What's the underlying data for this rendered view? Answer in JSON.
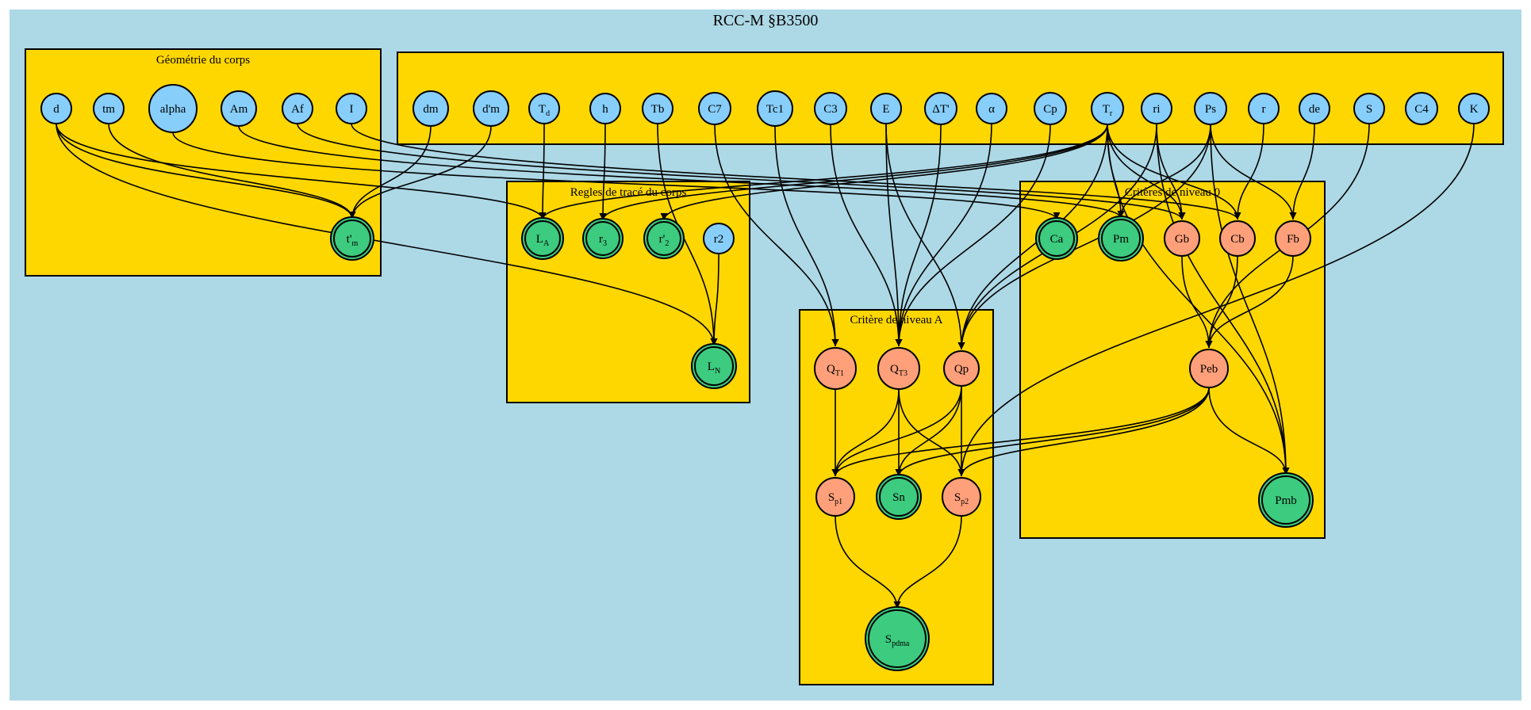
{
  "title": "RCC-M §B3500",
  "colors": {
    "background": "#ADD8E6",
    "cluster": "#FFD700",
    "input": "#87CEFA",
    "intermediate": "#FFA07A",
    "output": "#3CCB7F"
  },
  "clusters": [
    {
      "id": "geom",
      "label": "Géométrie du corps"
    },
    {
      "id": "inputs",
      "label": ""
    },
    {
      "id": "regles",
      "label": "Regles de tracé du corps"
    },
    {
      "id": "niv0",
      "label": "Critères de niveau 0"
    },
    {
      "id": "nivA",
      "label": "Critère de niveau A"
    }
  ],
  "nodes": [
    {
      "id": "d",
      "label": "d",
      "kind": "input"
    },
    {
      "id": "tm",
      "label": "tm",
      "kind": "input"
    },
    {
      "id": "alpha",
      "label": "alpha",
      "kind": "input"
    },
    {
      "id": "Am",
      "label": "Am",
      "kind": "input"
    },
    {
      "id": "Af",
      "label": "Af",
      "kind": "input"
    },
    {
      "id": "I",
      "label": "I",
      "kind": "input"
    },
    {
      "id": "dm",
      "label": "dm",
      "kind": "input"
    },
    {
      "id": "dpm",
      "label": "d'm",
      "kind": "input"
    },
    {
      "id": "Td",
      "label": "T",
      "sub": "d",
      "kind": "input"
    },
    {
      "id": "h",
      "label": "h",
      "kind": "input"
    },
    {
      "id": "Tb",
      "label": "Tb",
      "kind": "input"
    },
    {
      "id": "C7",
      "label": "C7",
      "kind": "input"
    },
    {
      "id": "Tc1",
      "label": "Tc1",
      "kind": "input"
    },
    {
      "id": "C3",
      "label": "C3",
      "kind": "input"
    },
    {
      "id": "E",
      "label": "E",
      "kind": "input"
    },
    {
      "id": "dT",
      "label": "ΔT'",
      "kind": "input"
    },
    {
      "id": "alph",
      "label": "α",
      "kind": "input"
    },
    {
      "id": "Cp",
      "label": "Cp",
      "kind": "input"
    },
    {
      "id": "Tr",
      "label": "T",
      "sub": "r",
      "kind": "input"
    },
    {
      "id": "ri",
      "label": "ri",
      "kind": "input"
    },
    {
      "id": "Ps",
      "label": "Ps",
      "kind": "input"
    },
    {
      "id": "r",
      "label": "r",
      "kind": "input"
    },
    {
      "id": "de",
      "label": "de",
      "kind": "input"
    },
    {
      "id": "S",
      "label": "S",
      "kind": "input"
    },
    {
      "id": "C4",
      "label": "C4",
      "kind": "input"
    },
    {
      "id": "K",
      "label": "K",
      "kind": "input"
    },
    {
      "id": "tpm",
      "label": "t'",
      "sub": "m",
      "kind": "output"
    },
    {
      "id": "LA",
      "label": "L",
      "sub": "A",
      "kind": "output"
    },
    {
      "id": "r3",
      "label": "r",
      "sub": "3",
      "kind": "output"
    },
    {
      "id": "rp2",
      "label": "r'",
      "sub": "2",
      "kind": "output"
    },
    {
      "id": "r2",
      "label": "r2",
      "kind": "input"
    },
    {
      "id": "LN",
      "label": "L",
      "sub": "N",
      "kind": "output"
    },
    {
      "id": "Ca",
      "label": "Ca",
      "kind": "output"
    },
    {
      "id": "Pm",
      "label": "Pm",
      "kind": "output"
    },
    {
      "id": "Gb",
      "label": "Gb",
      "kind": "intermediate"
    },
    {
      "id": "Cb",
      "label": "Cb",
      "kind": "intermediate"
    },
    {
      "id": "Fb",
      "label": "Fb",
      "kind": "intermediate"
    },
    {
      "id": "Peb",
      "label": "Peb",
      "kind": "intermediate"
    },
    {
      "id": "Pmb",
      "label": "Pmb",
      "kind": "output"
    },
    {
      "id": "QT1",
      "label": "Q",
      "sub": "T1",
      "kind": "intermediate"
    },
    {
      "id": "QT3",
      "label": "Q",
      "sub": "T3",
      "kind": "intermediate"
    },
    {
      "id": "Qp",
      "label": "Qp",
      "kind": "intermediate"
    },
    {
      "id": "Sp1",
      "label": "S",
      "sub": "p1",
      "kind": "intermediate"
    },
    {
      "id": "Sn",
      "label": "Sn",
      "kind": "output"
    },
    {
      "id": "Sp2",
      "label": "S",
      "sub": "p2",
      "kind": "intermediate"
    },
    {
      "id": "Spdma",
      "label": "S",
      "sub": "pdma",
      "kind": "output"
    }
  ],
  "edges": [
    [
      "tm",
      "tpm"
    ],
    [
      "dm",
      "tpm"
    ],
    [
      "dpm",
      "tpm"
    ],
    [
      "d",
      "tpm"
    ],
    [
      "d",
      "LA"
    ],
    [
      "d",
      "LN"
    ],
    [
      "Td",
      "LA"
    ],
    [
      "Tr",
      "LA"
    ],
    [
      "h",
      "r3"
    ],
    [
      "Tr",
      "r3"
    ],
    [
      "Tr",
      "rp2"
    ],
    [
      "r2",
      "LN"
    ],
    [
      "Tb",
      "LN"
    ],
    [
      "alpha",
      "Ca"
    ],
    [
      "Am",
      "Pm"
    ],
    [
      "Af",
      "Gb"
    ],
    [
      "I",
      "Cb"
    ],
    [
      "Tr",
      "Pm"
    ],
    [
      "Ps",
      "Pm"
    ],
    [
      "ri",
      "Gb"
    ],
    [
      "Tr",
      "Gb"
    ],
    [
      "Tr",
      "Cb"
    ],
    [
      "r",
      "Cb"
    ],
    [
      "de",
      "Fb"
    ],
    [
      "Ps",
      "Fb"
    ],
    [
      "Gb",
      "Peb"
    ],
    [
      "Cb",
      "Peb"
    ],
    [
      "Fb",
      "Peb"
    ],
    [
      "S",
      "Peb"
    ],
    [
      "Peb",
      "Pmb"
    ],
    [
      "Peb",
      "Sp1"
    ],
    [
      "Peb",
      "Sn"
    ],
    [
      "Peb",
      "Sp2"
    ],
    [
      "K",
      "Sp2"
    ],
    [
      "Tr",
      "Pmb"
    ],
    [
      "ri",
      "Pmb"
    ],
    [
      "Ps",
      "Pmb"
    ],
    [
      "C7",
      "QT1"
    ],
    [
      "Tc1",
      "QT1"
    ],
    [
      "C3",
      "QT3"
    ],
    [
      "E",
      "QT3"
    ],
    [
      "dT",
      "QT3"
    ],
    [
      "alph",
      "QT3"
    ],
    [
      "Cp",
      "QT3"
    ],
    [
      "Tr",
      "Qp"
    ],
    [
      "ri",
      "Qp"
    ],
    [
      "Ps",
      "Qp"
    ],
    [
      "E",
      "Qp"
    ],
    [
      "QT1",
      "Sp1"
    ],
    [
      "QT3",
      "Sp1"
    ],
    [
      "QT3",
      "Sn"
    ],
    [
      "QT3",
      "Sp2"
    ],
    [
      "Qp",
      "Sp1"
    ],
    [
      "Qp",
      "Sn"
    ],
    [
      "Qp",
      "Sp2"
    ],
    [
      "Sp1",
      "Spdma"
    ],
    [
      "Sp2",
      "Spdma"
    ]
  ]
}
